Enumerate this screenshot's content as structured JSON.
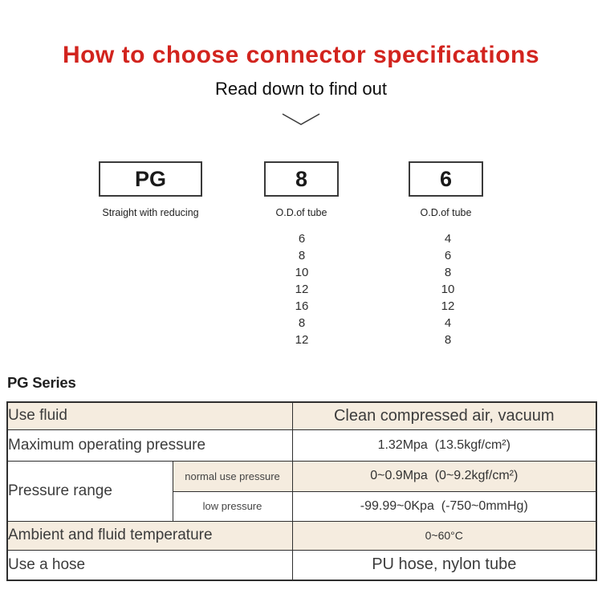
{
  "header": {
    "title": "How to choose connector specifications",
    "subtitle": "Read down to find out"
  },
  "icons": {
    "chevron_down": "chevron-down"
  },
  "diagram": {
    "columns": [
      {
        "code": "PG",
        "label": "Straight with reducing",
        "sizes": []
      },
      {
        "code": "8",
        "label": "O.D.of tube",
        "sizes": [
          "6",
          "8",
          "10",
          "12",
          "16",
          "8",
          "12"
        ]
      },
      {
        "code": "6",
        "label": "O.D.of  tube",
        "sizes": [
          "4",
          "6",
          "8",
          "10",
          "12",
          "4",
          "8"
        ]
      }
    ]
  },
  "series": {
    "heading": "PG Series"
  },
  "spec_table": {
    "rows": [
      {
        "label": "Use fluid",
        "value": "Clean compressed air, vacuum"
      },
      {
        "label": "Maximum operating pressure",
        "value": "1.32Mpa  (13.5kgf/cm²)"
      },
      {
        "label": "Pressure range",
        "sub": [
          {
            "label": "normal use pressure",
            "value": "0~0.9Mpa  (0~9.2kgf/cm²)"
          },
          {
            "label": "low pressure",
            "value": "-99.99~0Kpa  (-750~0mmHg)"
          }
        ]
      },
      {
        "label": "Ambient and fluid temperature",
        "value": "0~60°C"
      },
      {
        "label": "Use a hose",
        "value": "PU hose, nylon tube"
      }
    ]
  },
  "colors": {
    "accent_red": "#d2241e",
    "row_beige": "#f5ecdf",
    "border_dark": "#2f2f2f"
  }
}
